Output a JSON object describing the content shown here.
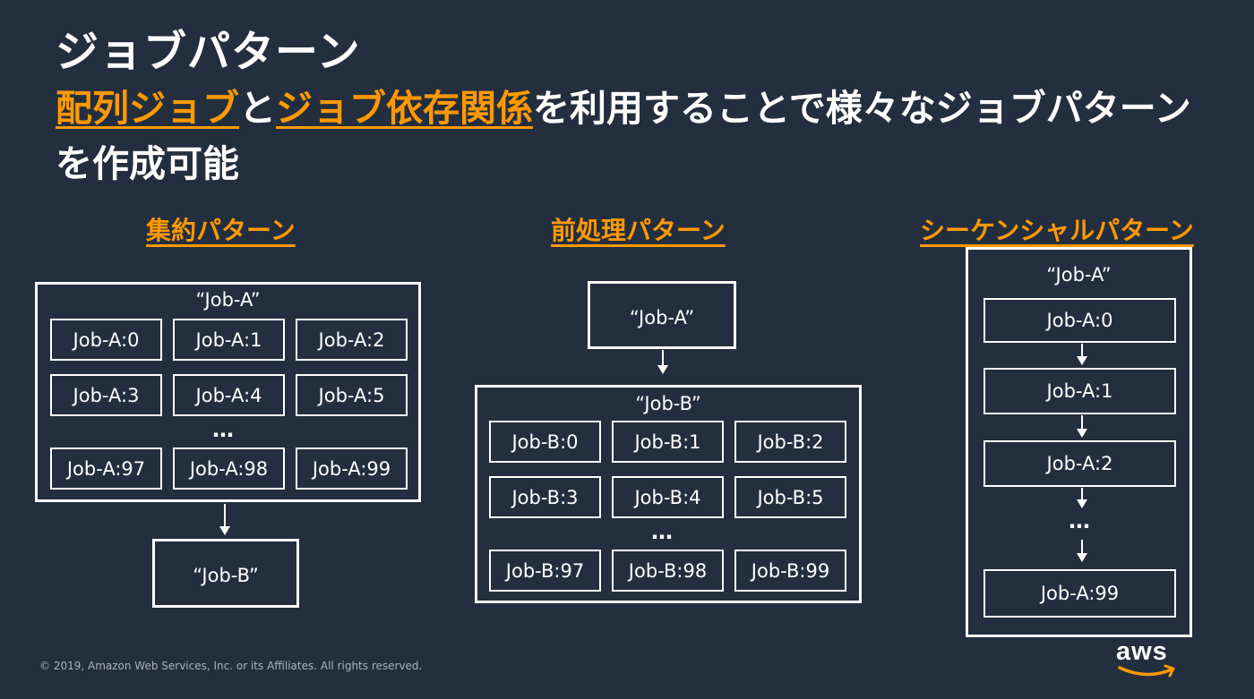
{
  "slide": {
    "title": "ジョブパターン",
    "subtitle": {
      "hl1": "配列ジョブ",
      "mid": "と",
      "hl2": "ジョブ依存関係",
      "rest": "を利用することで様々なジョブパターンを作成可能"
    }
  },
  "patterns": {
    "aggregation": {
      "title": "集約パターン",
      "outer_label": "“Job-A”",
      "cells": [
        "Job-A:0",
        "Job-A:1",
        "Job-A:2",
        "Job-A:3",
        "Job-A:4",
        "Job-A:5",
        "Job-A:97",
        "Job-A:98",
        "Job-A:99"
      ],
      "ellipsis": "…",
      "target_label": "“Job-B”"
    },
    "preprocessing": {
      "title": "前処理パターン",
      "source_label": "“Job-A”",
      "outer_label": "“Job-B”",
      "cells": [
        "Job-B:0",
        "Job-B:1",
        "Job-B:2",
        "Job-B:3",
        "Job-B:4",
        "Job-B:5",
        "Job-B:97",
        "Job-B:98",
        "Job-B:99"
      ],
      "ellipsis": "…"
    },
    "sequential": {
      "title": "シーケンシャルパターン",
      "outer_label": "“Job-A”",
      "cells": [
        "Job-A:0",
        "Job-A:1",
        "Job-A:2",
        "Job-A:99"
      ],
      "ellipsis": "…"
    }
  },
  "footer": {
    "copyright": "© 2019, Amazon Web Services, Inc. or its Affiliates. All rights reserved.",
    "logo": "aws"
  },
  "colors": {
    "background": "#232f3e",
    "accent": "#ff9900",
    "text": "#ffffff"
  }
}
